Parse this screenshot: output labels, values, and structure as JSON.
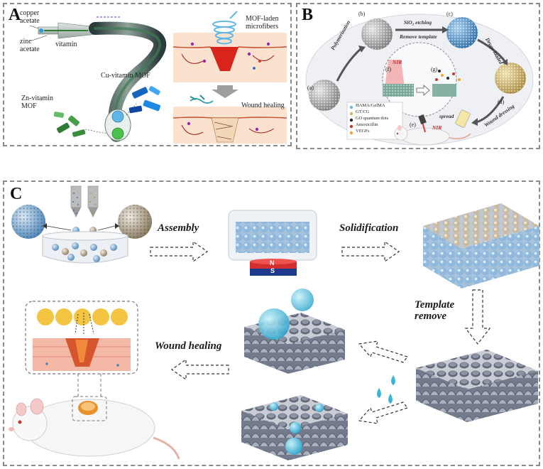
{
  "panels": {
    "a": {
      "letter": "A",
      "labels": {
        "copper_acetate": "copper\nacetate",
        "zinc_acetate": "zinc\nacetate",
        "vitamin": "vitamin",
        "cu_vitamin_mof": "Cu-vitamin MOF",
        "zn_vitamin_mof": "Zn-vitamin\nMOF",
        "mof_laden_microfibers": "MOF-laden\nmicrofibers",
        "wound_healing": "Wound healing"
      }
    },
    "b": {
      "letter": "B",
      "labels": {
        "a": "(a)",
        "b": "(b)",
        "c": "(c)",
        "d": "(d)",
        "e": "(e)",
        "f": "(f)",
        "g": "(g)",
        "polymerization": "Polymerization",
        "sio2_etching": "SiO₂ etching",
        "remove_template": "Remove template",
        "drugs_loaded": "Drugs loaded",
        "wound_dressing": "Wound dressing",
        "nir_top": "NIR",
        "nir_bottom": "NIR",
        "spread": "spread"
      },
      "legend": [
        {
          "text": "HAMA/GelMA",
          "color": "#7fb2d9"
        },
        {
          "text": "GT/CG",
          "color": "#d9b35a"
        },
        {
          "text": "GO quantum dots",
          "color": "#2a2a2a"
        },
        {
          "text": "Amoxicillin",
          "color": "#c0392b"
        },
        {
          "text": "VEGFs",
          "color": "#f0a830"
        }
      ]
    },
    "c": {
      "letter": "C",
      "labels": {
        "assembly": "Assembly",
        "solidification": "Solidification",
        "template_remove": "Template\nremove",
        "wound_healing": "Wound healing",
        "magnet_n": "N",
        "magnet_s": "S"
      }
    }
  },
  "colors": {
    "sphere_blue": "#8fb8dc",
    "sphere_tan": "#c8b89a",
    "inverse_opal": "#8e97a8",
    "tissue_red": "#e06a4e",
    "skin_pink": "#f3b8a6",
    "droplet": "#38b5d8"
  }
}
